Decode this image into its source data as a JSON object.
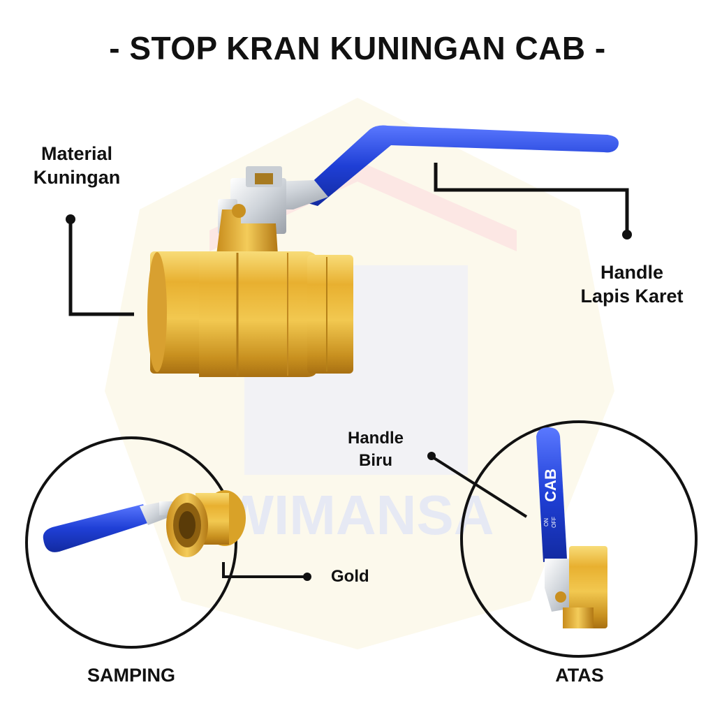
{
  "title": "- STOP KRAN KUNINGAN CAB -",
  "labels": {
    "material_line1": "Material",
    "material_line2": "Kuningan",
    "handle_coated_line1": "Handle",
    "handle_coated_line2": "Lapis Karet",
    "handle_blue_line1": "Handle",
    "handle_blue_line2": "Biru",
    "gold": "Gold",
    "samping": "SAMPING",
    "atas": "ATAS"
  },
  "watermark": "WIMANSA",
  "handle_text": {
    "brand": "CAB",
    "on": "ON",
    "off": "OFF"
  },
  "colors": {
    "brass": "#e8b030",
    "brass_dark": "#b8801a",
    "brass_light": "#f8dc78",
    "handle_blue": "#1f3fd6",
    "steel": "#d8dde2",
    "line": "#111111"
  }
}
